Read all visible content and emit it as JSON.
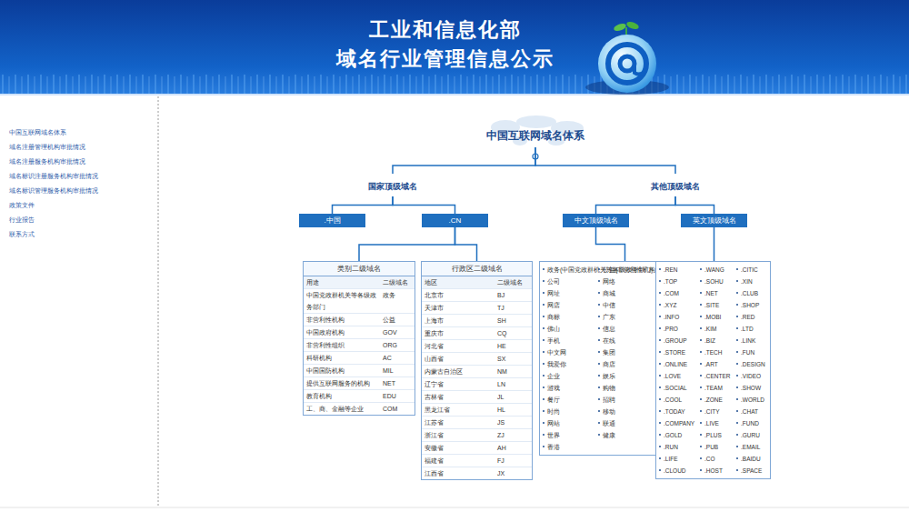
{
  "diagram": {
    "nodes": [
      {
        "text": [
          "中国互联网域名体系"
        ]
      },
      {
        "text": [
          "国家顶级域名"
        ]
      },
      {
        "text": [
          "其他顶级域名"
        ]
      },
      {
        "text": [
          ".中国"
        ]
      },
      {
        "text": [
          ".CN"
        ]
      },
      {
        "text": [
          "中文顶级域名"
        ]
      },
      {
        "text": [
          "英文顶级域名"
        ]
      },
      {
        "text": [
          "类别二级域名",
          "用途",
          "二级域名",
          "中国党政群机关等各级政务部门",
          "政务",
          "非营利性机构",
          "公益",
          "中国政府机构",
          "GOV",
          "非营利性组织",
          "ORG",
          "科研机构",
          "AC",
          "中国国防机构",
          "MIL",
          "提供互联网服务的机构",
          "NET",
          "教育机构",
          "EDU",
          "工、商、金融等企业",
          "COM"
        ]
      },
      {
        "text": [
          "行政区二级域名",
          "地区",
          "二级域名",
          "北京市",
          "BJ",
          "天津市",
          "TJ",
          "上海市",
          "SH",
          "重庆市",
          "CQ",
          "河北省",
          "HE",
          "山西省",
          "SX",
          "内蒙古自治区",
          "NM",
          "辽宁省",
          "LN",
          "吉林省",
          "JL",
          "黑龙江省",
          "HL",
          "江苏省",
          "JS",
          "浙江省",
          "ZJ",
          "安徽省",
          "AH",
          "福建省",
          "FJ",
          "江西省",
          "JX"
        ]
      },
      {
        "text": [
          "政务(中国党政群机关等各级政务部门)",
          "公益(非营利性机构)",
          "公司",
          "网络",
          "网址",
          "商城",
          "网店",
          "中信",
          "商标",
          "广东",
          "佛山",
          "信息",
          "手机",
          "在线",
          "中文网",
          "集团",
          "我爱你",
          "商店",
          "企业",
          "娱乐",
          "游戏",
          "购物",
          "餐厅",
          "招聘",
          "时尚",
          "移动",
          "网站",
          "联通",
          "世界",
          "健康",
          "香港"
        ]
      },
      {
        "text": [
          ".REN",
          ".WANG",
          ".CITIC",
          ".TOP",
          ".SOHU",
          ".XIN",
          ".COM",
          ".NET",
          ".CLUB",
          ".XYZ",
          ".SITE",
          ".SHOP",
          ".INFO",
          ".MOBI",
          ".RED",
          ".PRO",
          ".KIM",
          ".LTD",
          ".GROUP",
          ".BIZ",
          ".LINK",
          ".STORE",
          ".TECH",
          ".FUN",
          ".ONLINE",
          ".ART",
          ".DESIGN",
          ".LOVE",
          ".CENTER",
          ".VIDEO",
          ".SOCIAL",
          ".TEAM",
          ".SHOW",
          ".COOL",
          ".ZONE",
          ".WORLD",
          ".TODAY",
          ".CITY",
          ".CHAT",
          ".COMPANY",
          ".LIVE",
          ".FUND",
          ".GOLD",
          ".PLUS",
          ".GURU",
          ".RUN",
          ".PUB",
          ".EMAIL",
          ".LIFE",
          ".CO",
          ".BAIDU",
          ".CLOUD",
          ".HOST",
          ".SPACE"
        ]
      }
    ],
    "edges": [
      {
        "from": 0,
        "to": 1,
        "arrow": "none"
      },
      {
        "from": 0,
        "to": 2,
        "arrow": "none"
      },
      {
        "from": 1,
        "to": 3,
        "arrow": "none"
      },
      {
        "from": 1,
        "to": 4,
        "arrow": "none"
      },
      {
        "from": 2,
        "to": 5,
        "arrow": "none"
      },
      {
        "from": 2,
        "to": 6,
        "arrow": "none"
      },
      {
        "from": 4,
        "to": 7,
        "arrow": "none"
      },
      {
        "from": 4,
        "to": 8,
        "arrow": "none"
      },
      {
        "from": 5,
        "to": 9,
        "arrow": "none"
      },
      {
        "from": 6,
        "to": 10,
        "arrow": "none"
      }
    ],
    "labels": [
      "工业和信息化部",
      "域名行业管理信息公示",
      "中国互联网域名体系",
      "域名注册管理机构审批情况",
      "域名注册服务机构审批情况",
      "域名标识注册服务机构审批情况",
      "域名标识管理服务机构审批情况",
      "政策文件",
      "行业报告",
      "联系方式"
    ]
  }
}
